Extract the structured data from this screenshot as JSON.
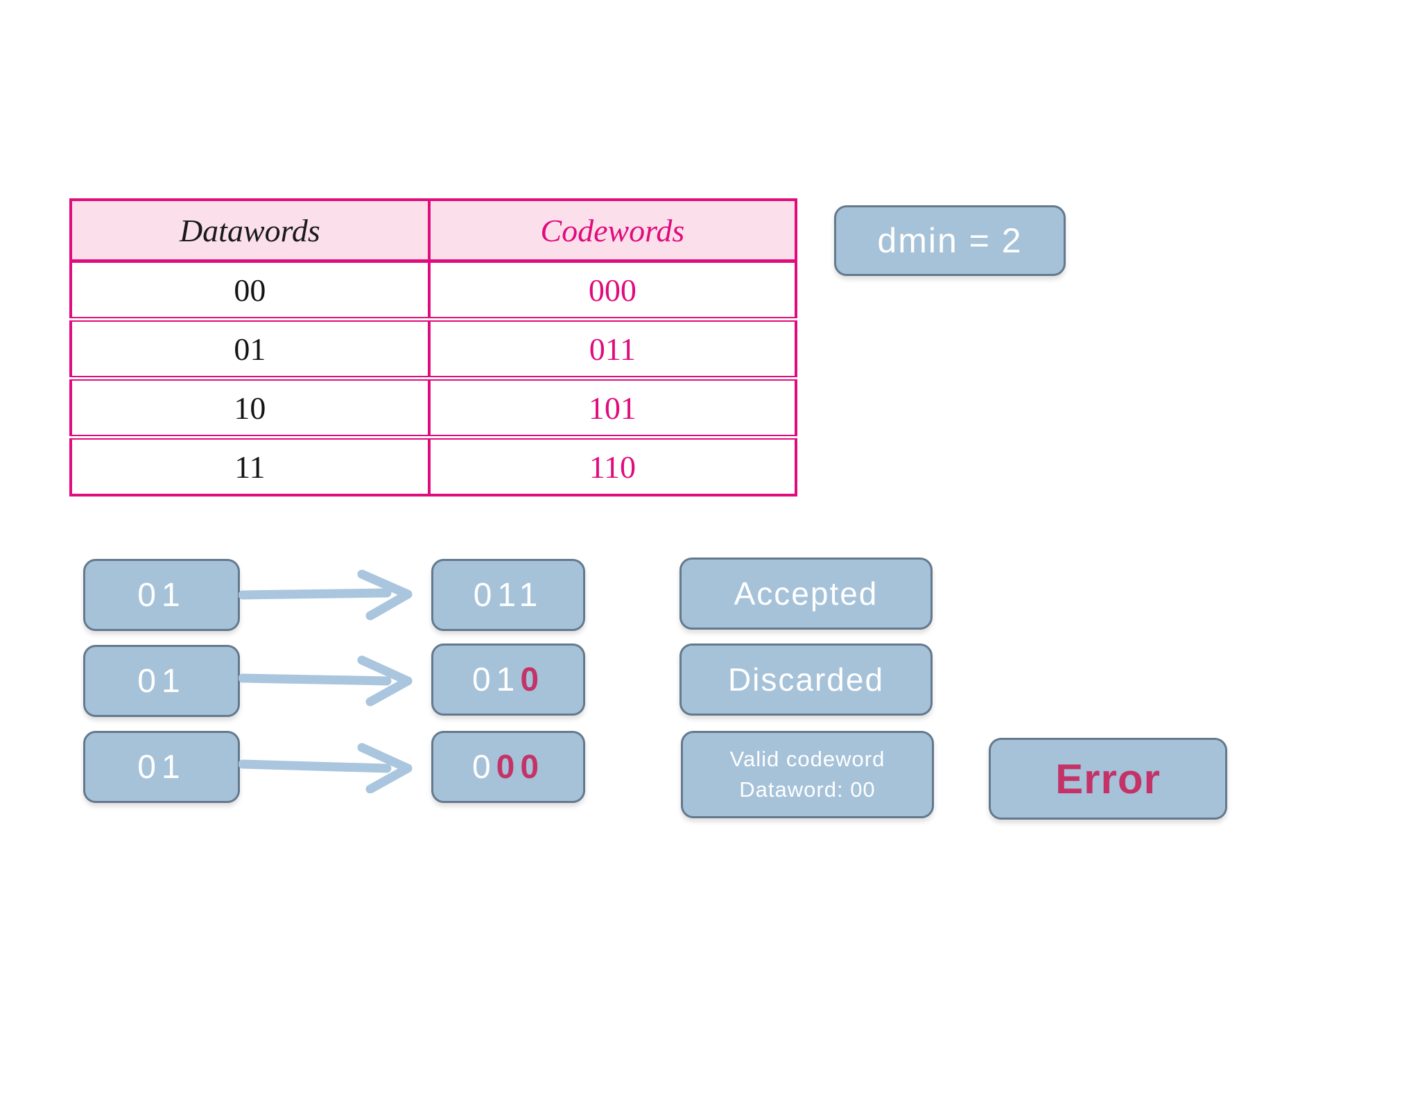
{
  "table": {
    "headers": {
      "datawords": "Datawords",
      "codewords": "Codewords"
    },
    "rows": [
      {
        "dataword": "00",
        "codeword": "000"
      },
      {
        "dataword": "01",
        "codeword": "011"
      },
      {
        "dataword": "10",
        "codeword": "101"
      },
      {
        "dataword": "11",
        "codeword": "110"
      }
    ]
  },
  "badge": {
    "dmin_label": "dmin = 2"
  },
  "flow_rows": [
    {
      "sent": "01",
      "code_normal": "011",
      "code_error": ""
    },
    {
      "sent": "01",
      "code_normal": "01",
      "code_error": "0"
    },
    {
      "sent": "01",
      "code_normal": "0",
      "code_error": "00"
    }
  ],
  "results": {
    "accepted": "Accepted",
    "discarded": "Discarded",
    "valid_line1": "Valid codeword",
    "valid_line2": "Dataword: 00",
    "error": "Error"
  },
  "colors": {
    "box_fill": "#a6c2d9",
    "box_border": "#64798c",
    "table_magenta": "#e00b7c",
    "header_pink": "#fbe0ec",
    "error_crimson": "#c43367",
    "arrow_blue": "#a9c6de"
  }
}
